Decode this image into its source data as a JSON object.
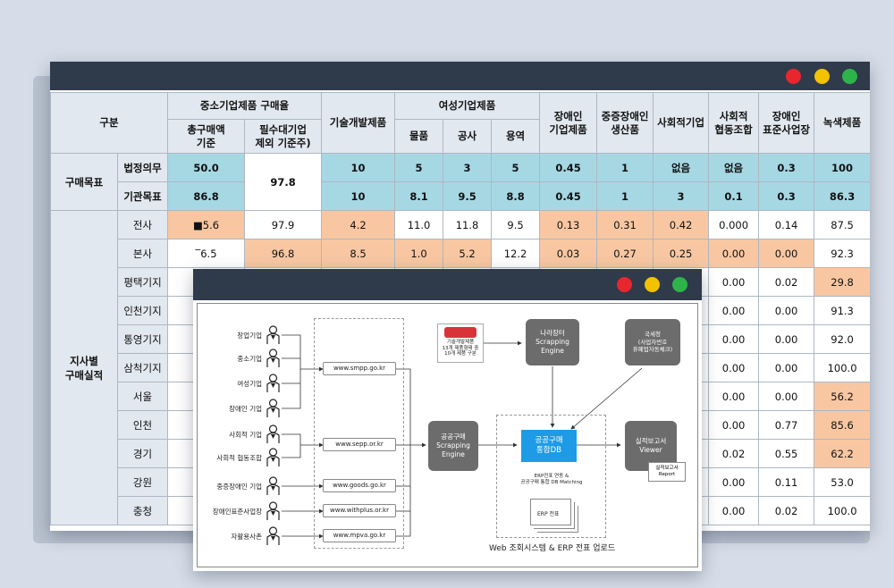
{
  "window_controls": [
    "close",
    "minimize",
    "maximize"
  ],
  "table": {
    "h_gubun": "구분",
    "h_sme": "중소기업제품 구매율",
    "h_sme_total": "총구매액\n기준",
    "h_sme_large": "필수대기업\n제외 기준주)",
    "h_tech": "기술개발제품",
    "h_women": "여성기업제품",
    "h_goods": "물품",
    "h_construction": "공사",
    "h_service": "용역",
    "h_disabled": "장애인\n기업제품",
    "h_severe": "중증장애인\n생산품",
    "h_social": "사회적기업",
    "h_coop": "사회적\n협동조합",
    "h_std": "장애인\n표준사업장",
    "h_green": "녹색제품",
    "target_group": "구매목표",
    "branch_group": "지사별\n구매실적",
    "rows": [
      {
        "label": "법정의무",
        "vals": [
          "50.0",
          "97.8",
          "10",
          "5",
          "3",
          "5",
          "0.45",
          "1",
          "없음",
          "없음",
          "0.3",
          "100"
        ]
      },
      {
        "label": "기관목표",
        "vals": [
          "86.8",
          "",
          "10",
          "8.1",
          "9.5",
          "8.8",
          "0.45",
          "1",
          "3",
          "0.1",
          "0.3",
          "86.3"
        ]
      },
      {
        "label": "전사",
        "vals": [
          "■5.6",
          "97.9",
          "4.2",
          "11.0",
          "11.8",
          "9.5",
          "0.13",
          "0.31",
          "0.42",
          "0.000",
          "0.14",
          "87.5"
        ]
      },
      {
        "label": "본사",
        "vals": [
          "‾6.5",
          "96.8",
          "8.5",
          "1.0",
          "5.2",
          "12.2",
          "0.03",
          "0.27",
          "0.25",
          "0.00",
          "0.00",
          "92.3"
        ]
      },
      {
        "label": "평택기지",
        "vals": [
          "",
          "",
          "",
          "",
          "",
          "",
          "",
          "",
          "",
          "0.00",
          "0.02",
          "29.8"
        ]
      },
      {
        "label": "인천기지",
        "vals": [
          "",
          "",
          "",
          "",
          "",
          "",
          "",
          "",
          "",
          "0.00",
          "0.00",
          "91.3"
        ]
      },
      {
        "label": "통영기지",
        "vals": [
          "",
          "",
          "",
          "",
          "",
          "",
          "",
          "",
          "",
          "0.00",
          "0.00",
          "92.0"
        ]
      },
      {
        "label": "삼척기지",
        "vals": [
          "",
          "",
          "",
          "",
          "",
          "",
          "",
          "",
          "",
          "0.00",
          "0.00",
          "100.0"
        ]
      },
      {
        "label": "서울",
        "vals": [
          "",
          "",
          "",
          "",
          "",
          "",
          "",
          "",
          "",
          "0.00",
          "0.00",
          "56.2"
        ]
      },
      {
        "label": "인천",
        "vals": [
          "",
          "",
          "",
          "",
          "",
          "",
          "",
          "",
          "",
          "0.00",
          "0.77",
          "85.6"
        ]
      },
      {
        "label": "경기",
        "vals": [
          "",
          "",
          "",
          "",
          "",
          "",
          "",
          "",
          "",
          "0.02",
          "0.55",
          "62.2"
        ]
      },
      {
        "label": "강원",
        "vals": [
          "",
          "",
          "",
          "",
          "",
          "",
          "",
          "",
          "",
          "0.00",
          "0.11",
          "53.0"
        ]
      },
      {
        "label": "충청",
        "vals": [
          "",
          "",
          "",
          "",
          "",
          "",
          "",
          "",
          "",
          "0.00",
          "0.02",
          "100.0"
        ]
      }
    ]
  },
  "diagram": {
    "companies": [
      "창업기업",
      "중소기업",
      "여성기업",
      "장애인 기업",
      "사회적 기업",
      "사회적 협동조합",
      "중증장애인 기업",
      "장애인표준사업장",
      "자활용사촌"
    ],
    "sites": [
      "www.smpp.go.kr",
      "www.sepp.or.kr",
      "www.goods.go.kr",
      "www.withplus.or.kr",
      "www.mpva.go.kr"
    ],
    "badge_caption": "기술개발제품\n13개 제품형태 중\n10개 제품 구분",
    "narajangteo": "나라장터\nScrapping\nEngine",
    "nts": "국세청\n(사업자번호\n휴폐업자동체크)",
    "public_engine": "공공구매\nScrapping\nEngine",
    "db": "공공구매\n통합DB",
    "viewer": "실적보고서\nViewer",
    "report_doc": "실적보고서\nReport",
    "erp_link": "ERP전표 연동 &\n공공구매 통합 DB Matching",
    "erp_doc": "ERP 전표",
    "caption": "Web 조회시스템 & ERP 전표 업로드"
  }
}
